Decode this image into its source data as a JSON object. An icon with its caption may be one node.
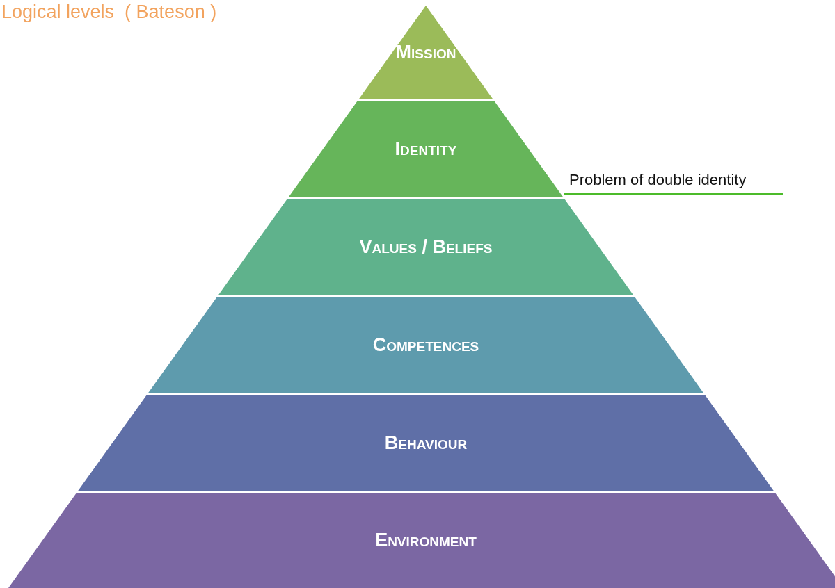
{
  "diagram": {
    "title": "Logical levels  ( Bateson )",
    "nodes": [
      {
        "text": [
          "Mission"
        ]
      },
      {
        "text": [
          "Identity"
        ]
      },
      {
        "text": [
          "Values / Beliefs"
        ]
      },
      {
        "text": [
          "Competences"
        ]
      },
      {
        "text": [
          "Behaviour"
        ]
      },
      {
        "text": [
          "Environment"
        ]
      }
    ],
    "labels": [
      "Problem of double identity"
    ]
  }
}
